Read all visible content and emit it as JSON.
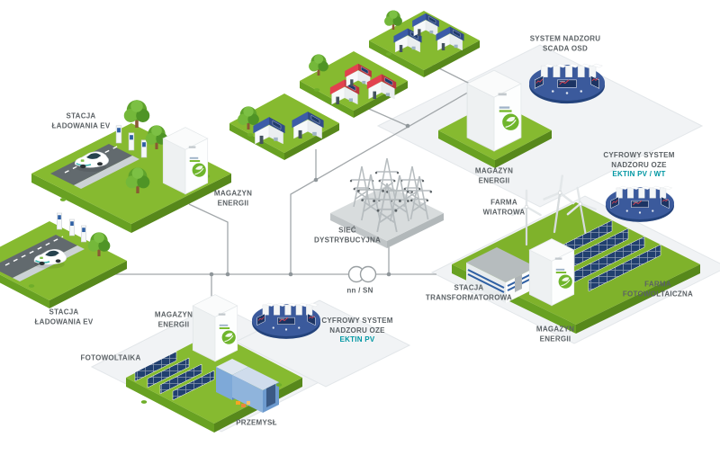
{
  "diagram": {
    "language": "pl",
    "colors": {
      "platform_green_top": "#86ba30",
      "platform_green_side": "#57881b",
      "ghost_platform": "#f1f3f5",
      "line_gray": "#a2a7aa",
      "label_gray": "#5b6165",
      "accent_teal": "#0097a3",
      "disc_blue": "#3b5a9c",
      "roof_blue": "#3c5ca8",
      "roof_red": "#e2424f",
      "panel_navy": "#21406f",
      "ektin_green": "#6fb52c"
    },
    "labels": {
      "ev_station_1": {
        "lines": [
          "STACJA",
          "ŁADOWANIA EV"
        ]
      },
      "ev1_storage": {
        "lines": [
          "MAGAZYN",
          "ENERGII"
        ]
      },
      "scada": {
        "lines": [
          "SYSTEM NADZORU",
          "SCADA OSD"
        ]
      },
      "center_storage": {
        "lines": [
          "MAGAZYN",
          "ENERGII"
        ]
      },
      "oze_wt": {
        "lines": [
          "CYFROWY SYSTEM",
          "NADZORU OZE"
        ],
        "accent": "EKTIN PV / WT"
      },
      "wind_farm": {
        "lines": [
          "FARMA",
          "WIATROWA"
        ]
      },
      "grid": {
        "lines": [
          "SIEĆ",
          "DYSTRYBUCYJNA"
        ]
      },
      "voltage": {
        "text": "nn / SN"
      },
      "transformer_station": {
        "lines": [
          "STACJA",
          "TRANSFORMATOROWA"
        ]
      },
      "pv_farm": {
        "lines": [
          "FARMA",
          "FOTOWOLTAICZNA"
        ]
      },
      "right_storage": {
        "lines": [
          "MAGAZYN",
          "ENERGII"
        ]
      },
      "ev_station_2": {
        "lines": [
          "STACJA",
          "ŁADOWANIA EV"
        ]
      },
      "industry_storage": {
        "lines": [
          "MAGAZYN",
          "ENERGII"
        ]
      },
      "pv_industry": {
        "text": "FOTOWOLTAIKA"
      },
      "oze_pv": {
        "lines": [
          "CYFROWY SYSTEM",
          "NADZORU OZE"
        ],
        "accent": "EKTIN PV"
      },
      "industry": {
        "text": "PRZEMYSŁ"
      }
    }
  }
}
